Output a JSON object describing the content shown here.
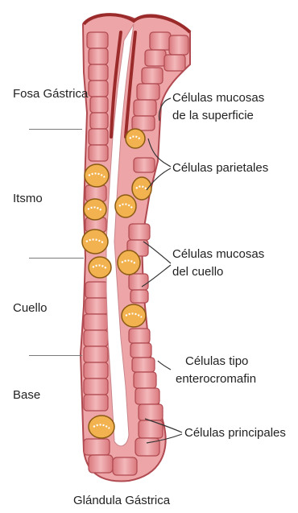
{
  "regions": {
    "fosa": "Fosa Gástrica",
    "itsmo": "Itsmo",
    "cuello": "Cuello",
    "base": "Base"
  },
  "cells": {
    "mucosas_superficie_1": "Células mucosas",
    "mucosas_superficie_2": "de la superficie",
    "parietales": "Células parietales",
    "mucosas_cuello_1": "Células mucosas",
    "mucosas_cuello_2": "del cuello",
    "enterocromafin_1": "Células tipo",
    "enterocromafin_2": "enterocromafin",
    "principales": "Células principales"
  },
  "caption": "Glándula Gástrica",
  "colors": {
    "cell_fill": "#e89a9d",
    "cell_stroke": "#b04a50",
    "parietal_fill": "#f2b24f",
    "parietal_stroke": "#8a5a12",
    "surface_lining": "#9b2b2b",
    "label_line": "#7a7a7a"
  }
}
